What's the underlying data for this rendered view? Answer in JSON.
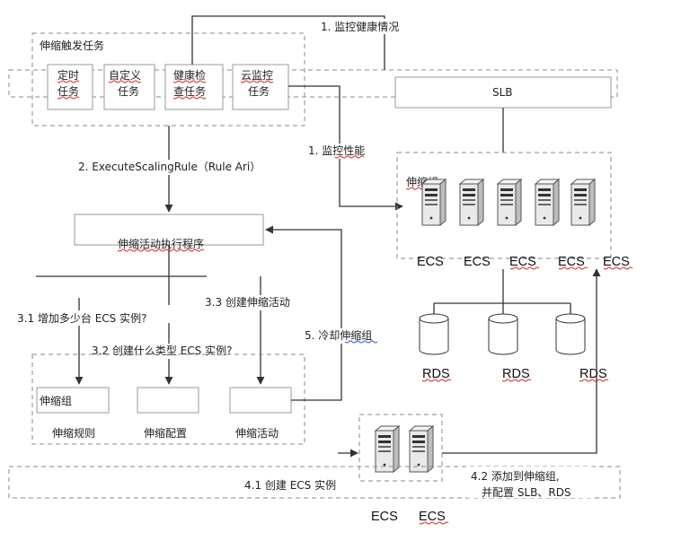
{
  "trigger_group": {
    "title": "伸缩触发任务",
    "tasks": [
      {
        "line1": "定时",
        "line2": "任务"
      },
      {
        "line1": "自定义",
        "line2": "任务"
      },
      {
        "line1": "健康检",
        "line2": "查任务"
      },
      {
        "line1": "云监控",
        "line2": "任务"
      }
    ]
  },
  "labels": {
    "monitor_health": "1. 监控健康情况",
    "monitor_perf": "1. 监控性能",
    "execute_rule": "2. ExecuteScalingRule（Rule Ari）",
    "executor": "伸缩活动执行程序",
    "q_how_many": "3.1 增加多少台 ECS 实例?",
    "q_type": "3.2 创建什么类型 ECS 实例?",
    "create_activity": "3.3 创建伸缩活动",
    "cooldown": "5. 冷却伸缩组",
    "create_ecs": "4.1 创建 ECS 实例",
    "add_group_line1": "4.2 添加到伸缩组,",
    "add_group_line2": "并配置 SLB、RDS"
  },
  "slb": {
    "label": "SLB"
  },
  "scaling_group": {
    "title": "伸缩组",
    "servers": [
      "ECS",
      "ECS",
      "ECS",
      "ECS",
      "ECS"
    ]
  },
  "rds": [
    "RDS",
    "RDS",
    "RDS"
  ],
  "config": {
    "items": [
      {
        "box": "伸缩组",
        "caption": "伸缩规则"
      },
      {
        "box": "",
        "caption": "伸缩配置"
      },
      {
        "box": "",
        "caption": "伸缩活动"
      }
    ]
  },
  "new_servers": [
    "ECS",
    "ECS"
  ]
}
